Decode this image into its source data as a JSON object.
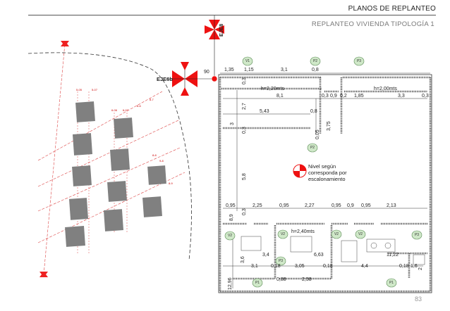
{
  "header": {
    "title": "PLANOS DE REPLANTEO",
    "subtitle": "REPLANTEO VIVIENDA TIPOLOGÍA 1"
  },
  "page_number": "83",
  "axes": {
    "eje_left": "EJE6b",
    "eje_top": "EJE8",
    "angle": "90"
  },
  "heights": {
    "h1": "h=2,20mts",
    "h2": "h=2,00mts",
    "h3": "h=2,40mts"
  },
  "level_note": {
    "line1": "Nivel según",
    "line2": "corresponda por",
    "line3": "escalonamiento"
  },
  "markers": {
    "v1": "V1",
    "p2": "P2",
    "p3": "P3",
    "v2": "V2",
    "p1": "P1"
  },
  "dimensions": {
    "top_row": [
      "1,35",
      "1,15",
      "3,1",
      "0,8"
    ],
    "row2": [
      "8,1",
      "0,3",
      "0,9",
      "0,2",
      "1,85",
      "3,3",
      "0,3"
    ],
    "row3": [
      "5,43",
      "0,8"
    ],
    "vertical_left": [
      "0,3",
      "2,7",
      "3",
      "0,3",
      "5,8"
    ],
    "mid_v": [
      "3,75",
      "0,05"
    ],
    "mid_row": [
      "0,95",
      "2,25",
      "0,95",
      "2,27",
      "0,95",
      "0,9",
      "0,95",
      "2,13"
    ],
    "lower_left_v": [
      "8,9",
      "0,3"
    ],
    "lower": [
      "3,4",
      "6,63",
      "11,22",
      "3,1",
      "0,18",
      "3,05",
      "0,18",
      "4,4",
      "0,18",
      "1,6"
    ],
    "lower_v": [
      "3,6",
      "2"
    ],
    "bottom": [
      "0,88",
      "2,58"
    ],
    "bottom_v": [
      "12,96"
    ]
  }
}
